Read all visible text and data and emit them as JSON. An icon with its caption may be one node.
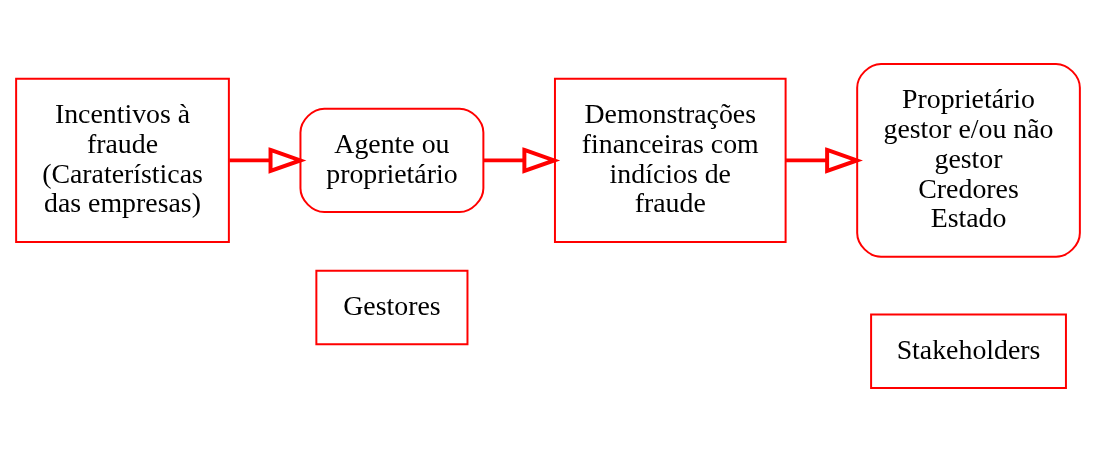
{
  "diagram": {
    "nodes": [
      {
        "text": [
          "Gestores"
        ]
      },
      {
        "text": [
          "Stakeholders"
        ]
      },
      {
        "text": [
          "Incentivos à fraude",
          "(Caraterísticas das empresas)"
        ]
      },
      {
        "text": [
          "Agente ou proprietário"
        ]
      },
      {
        "text": [
          "Demonstrações financeiras com indícios de fraude"
        ]
      },
      {
        "text": [
          "Proprietário gestor e/ou não gestor",
          "Credores",
          "Estado"
        ]
      }
    ],
    "edges": [
      {
        "from": 2,
        "to": 3,
        "arrow": "to"
      },
      {
        "from": 3,
        "to": 4,
        "arrow": "to"
      },
      {
        "from": 4,
        "to": 5,
        "arrow": "to"
      }
    ]
  }
}
